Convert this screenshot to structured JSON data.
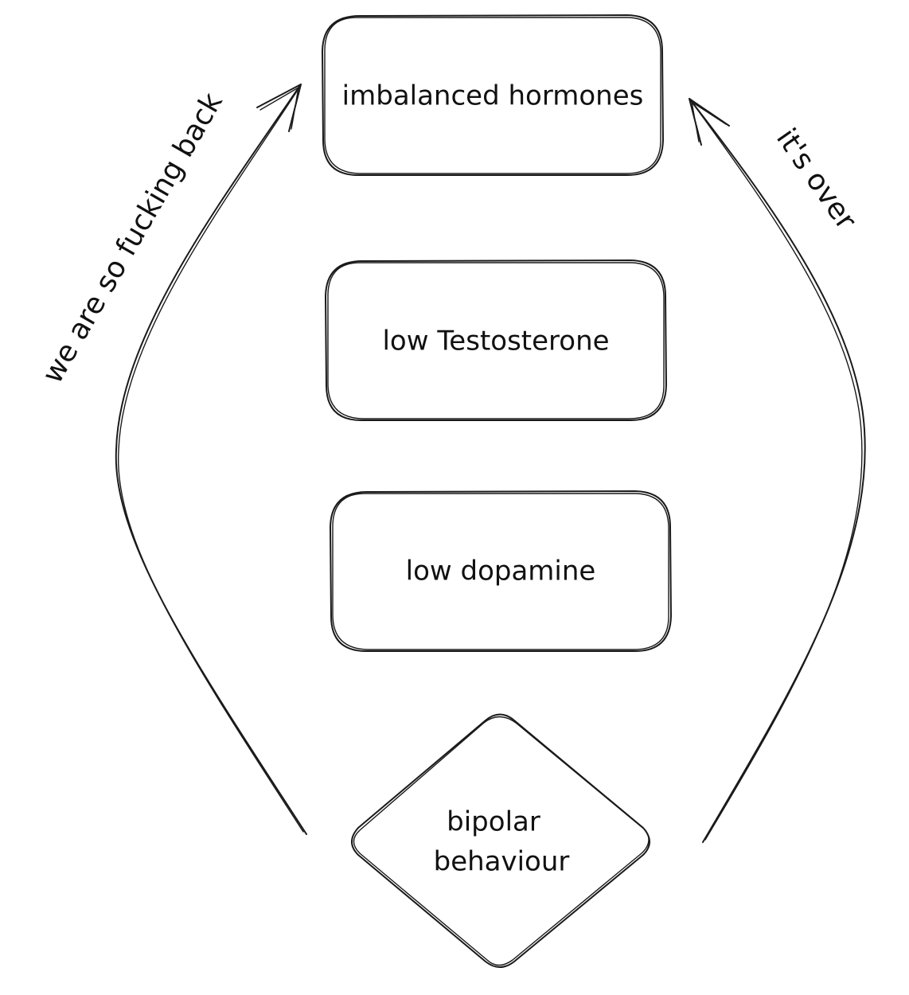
{
  "nodes": {
    "imbalanced_hormones": "imbalanced hormones",
    "low_testosterone": "low Testosterone",
    "low_dopamine": "low dopamine",
    "bipolar_line1": "bipolar",
    "bipolar_line2": "behaviour"
  },
  "edges": {
    "left_label": "we are so fucking back",
    "right_label": "it's over"
  },
  "colors": {
    "stroke": "#1a1a1a",
    "text": "#111111",
    "background": "#ffffff"
  }
}
